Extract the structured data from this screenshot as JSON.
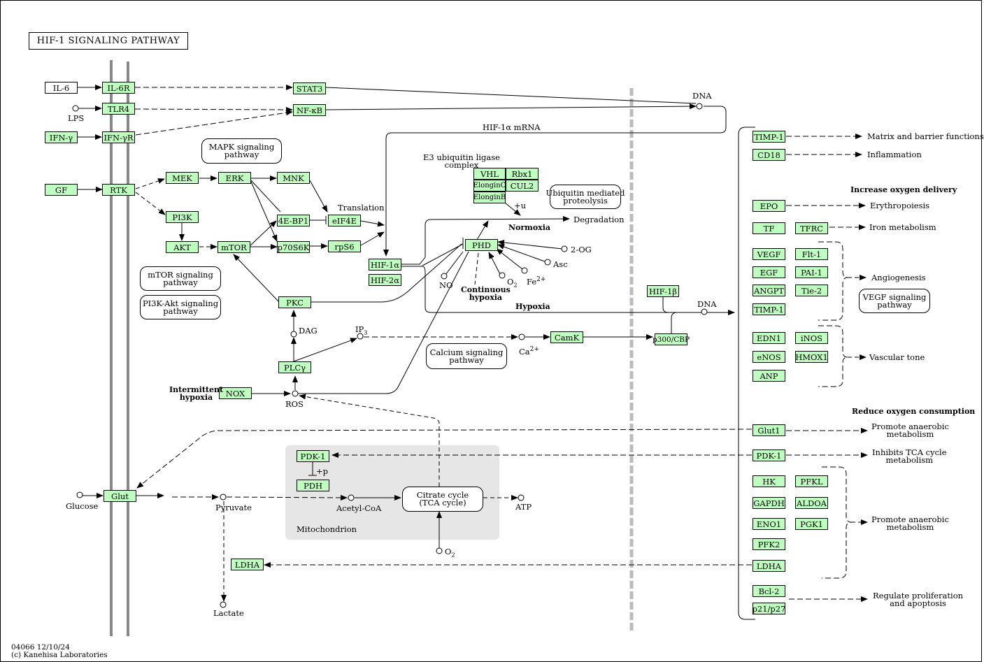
{
  "title": "HIF-1  SIGNALING  PATHWAY",
  "footer": {
    "code": "04066 12/10/24",
    "copyright": "(c) Kanehisa Laboratories"
  },
  "genes": {
    "il6r": "IL-6R",
    "tlr4": "TLR4",
    "ifnyr": "IFN-γR",
    "ifny": "IFN-γ",
    "gf": "GF",
    "rtk": "RTK",
    "stat3": "STAT3",
    "nfkb": "NF-κB",
    "mek": "MEK",
    "erk": "ERK",
    "mnk": "MNK",
    "pi3k": "PI3K",
    "akt": "AKT",
    "mtor": "mTOR",
    "ebp1": "4E-BP1",
    "eif4e": "eIF4E",
    "p70s6k": "p70S6K",
    "rps6": "rpS6",
    "vhl": "VHL",
    "rbx1": "Rbx1",
    "elonginc": "ElonginC",
    "cul2": "CUL2",
    "elonginb": "ElonginB",
    "phd": "PHD",
    "hif1a": "HIF-1α",
    "hif2a": "HIF-2α",
    "pkc": "PKC",
    "plcy": "PLCγ",
    "nox": "NOX",
    "camk": "CamK",
    "hif1b": "HIF-1β",
    "p300": "p300/CBP",
    "glut": "Glut",
    "pdk1_mito": "PDK-1",
    "pdh": "PDH",
    "ldha_left": "LDHA",
    "timp1": "TIMP-1",
    "cd18": "CD18",
    "epo": "EPO",
    "tf": "TF",
    "tfrc": "TFRC",
    "vegf": "VEGF",
    "flt1": "Flt-1",
    "egf": "EGF",
    "pai1": "PAI-1",
    "angpt": "ANGPT",
    "tie2": "Tie-2",
    "timp1b": "TIMP-1",
    "edn1": "EDN1",
    "inos": "iNOS",
    "enos": "eNOS",
    "hmox1": "HMOX1",
    "anp": "ANP",
    "glut1": "Glut1",
    "pdk1_right": "PDK-1",
    "hk": "HK",
    "pfkl": "PFKL",
    "gapdh": "GAPDH",
    "aldoa": "ALDOA",
    "eno1": "ENO1",
    "pgk1": "PGK1",
    "pfk2": "PFK2",
    "ldha_right": "LDHA",
    "bcl2": "Bcl-2",
    "p21": "p21/p27"
  },
  "ligands": {
    "il6": "IL-6"
  },
  "pathway_links": {
    "mapk": "MAPK signaling\npathway",
    "mtor": "mTOR signaling\npathway",
    "pi3k": "PI3K-Akt signaling\npathway",
    "ubiq": "Ubiquitin mediated\nproteolysis",
    "calcium": "Calcium signaling\npathway",
    "vegf": "VEGF signaling\npathway",
    "tca": "Citrate cycle\n(TCA cycle)"
  },
  "labels": {
    "lps": "LPS",
    "dna_top": "DNA",
    "hif_mrna": "HIF-1α mRNA",
    "e3": "E3 ubiquitin ligase\ncomplex",
    "translation": "Translation",
    "plus_u": "+u",
    "degradation": "Degradation",
    "normoxia": "Normoxia",
    "og2": "2-OG",
    "asc": "Asc",
    "fe": "Fe",
    "fe_sup": "2+",
    "o2_phd": "O",
    "o2_sub": "2",
    "no": "NO",
    "continuous": "Continuous\nhypoxia",
    "hypoxia": "Hypoxia",
    "dna_mid": "DNA",
    "dag": "DAG",
    "ip3": "IP",
    "ip3_sub": "3",
    "ca": "Ca",
    "ca_sup": "2+",
    "intermittent": "Intermittent\nhypoxia",
    "ros": "ROS",
    "plus_p": "+p",
    "glucose": "Glucose",
    "pyruvate": "Pyruvate",
    "acetyl": "Acetyl-CoA",
    "atp": "ATP",
    "mito": "Mitochondrion",
    "o2_mito": "O",
    "o2_mito_sub": "2",
    "lactate": "Lactate",
    "matrix": "Matrix and barrier functions",
    "inflammation": "Inflammation",
    "increase_o2": "Increase oxygen delivery",
    "erythro": "Erythropoiesis",
    "iron": "Iron metabolism",
    "angio": "Angiogenesis",
    "vascular": "Vascular tone",
    "reduce_o2": "Reduce oxygen consumption",
    "anaerobic1": "Promote anaerobic\nmetabolism",
    "tca_inhibit": "Inhibits TCA cycle\nmetabolism",
    "anaerobic2": "Promote anaerobic\nmetabolism",
    "prolif": "Regulate proliferation\nand apoptosis"
  },
  "colors": {
    "gene_fill": "#bfffbf",
    "membrane": "#888888",
    "nucleus_divider": "#bbbbbb",
    "mito_fill": "#e6e6e6"
  }
}
